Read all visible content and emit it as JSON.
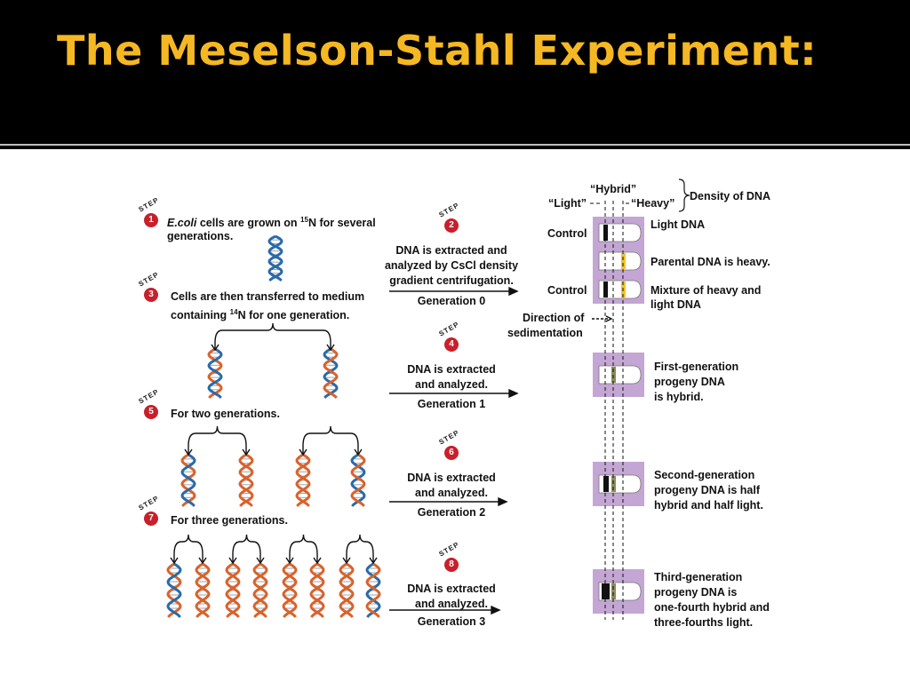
{
  "title": "The Meselson-Stahl Experiment:",
  "step_word": "STEP",
  "steps": {
    "s1": {
      "num": "1",
      "text_italic": "E.coli",
      "text1": " cells are grown on ",
      "sup": "15",
      "text2": "N for several",
      "text3": "generations."
    },
    "s2": {
      "num": "2",
      "l1": "DNA is extracted and",
      "l2": "analyzed by CsCl density",
      "l3": "gradient centrifugation.",
      "gen": "Generation 0"
    },
    "s3": {
      "num": "3",
      "l1": "Cells are then transferred to medium",
      "l2a": "containing ",
      "sup": "14",
      "l2b": "N  for one generation."
    },
    "s4": {
      "num": "4",
      "l1": "DNA is extracted",
      "l2": "and analyzed.",
      "gen": "Generation 1"
    },
    "s5": {
      "num": "5",
      "l1": "For two generations."
    },
    "s6": {
      "num": "6",
      "l1": "DNA is extracted",
      "l2": "and analyzed.",
      "gen": "Generation 2"
    },
    "s7": {
      "num": "7",
      "l1": "For three generations."
    },
    "s8": {
      "num": "8",
      "l1": "DNA is extracted",
      "l2": "and analyzed.",
      "gen": "Generation 3"
    }
  },
  "density": {
    "hybrid": "“Hybrid”",
    "light": "“Light”",
    "heavy": "“Heavy”",
    "label": "Density of DNA"
  },
  "direction": {
    "l1": "Direction of",
    "l2": "sedimentation"
  },
  "controls": {
    "c1": "Control",
    "c2": "Control"
  },
  "tube_labels": {
    "light_dna": "Light DNA",
    "parental": "Parental DNA is heavy.",
    "mix_l1": "Mixture of heavy and",
    "mix_l2": "light DNA",
    "g1_l1": "First-generation",
    "g1_l2": "progeny DNA",
    "g1_l3": "is hybrid.",
    "g2_l1": "Second-generation",
    "g2_l2": "progeny DNA is half",
    "g2_l3": "hybrid and half light.",
    "g3_l1": "Third-generation",
    "g3_l2": "progeny DNA is",
    "g3_l3": "one-fourth hybrid and",
    "g3_l4": "three-fourths light."
  },
  "colors": {
    "title": "#f5b823",
    "step_red": "#c8202b",
    "heavy_strand": "#2a6aa8",
    "light_strand": "#d9622b",
    "tube_bg": "#c3a6d3",
    "heavy_band": "#f2c230",
    "hybrid_band": "#8b8c5a",
    "light_band": "#111111"
  }
}
